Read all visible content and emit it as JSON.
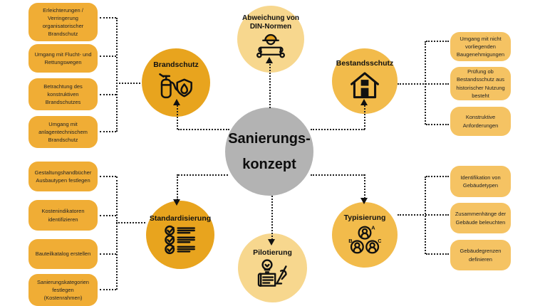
{
  "center_node": {
    "line1": "Sanierungs-",
    "line2": "konzept"
  },
  "nodes": {
    "brandschutz": {
      "label": "Brandschutz"
    },
    "din": {
      "label_line1": "Abweichung von",
      "label_line2": "DIN-Normen"
    },
    "bestandsschutz": {
      "label": "Bestandsschutz"
    },
    "standardisierung": {
      "label": "Standardisierung"
    },
    "pilotierung": {
      "label": "Pilotierung"
    },
    "typisierung": {
      "label": "Typisierung"
    }
  },
  "left_top_boxes": [
    "Erleichterungen / Verringerung organisatorischer Brandschutz",
    "Umgang mit Flucht- und Rettungswegen",
    "Betrachtung des konstruktiven Brandschutzes",
    "Umgang mit anlagentechnischem Brandschutz"
  ],
  "left_bottom_boxes": [
    "Gestaltungshandbücher Ausbautypen festlegen",
    "Kostenindikatoren identifizieren",
    "Bauteilkatalog erstellen",
    "Sanierungskategorien festlegen (Kostenrahmen)"
  ],
  "right_top_boxes": [
    "Umgang mit nicht vorliegenden Baugenehmigungen",
    "Prüfung ob Bestandsschutz aus historischer Nutzung besteht",
    "Konstruktive Anforderungen"
  ],
  "right_bottom_boxes": [
    "Identifikation von Gebäudetypen",
    "Zusammenhänge der Gebäude beleuchten",
    "Gebäudegrenzen definieren"
  ],
  "icons": {
    "brandschutz": "fire-extinguisher-shield-icon",
    "din": "engineer-blueprint-icon",
    "bestandsschutz": "house-icon",
    "standardisierung": "checklist-icon",
    "pilotierung": "idea-signature-icon",
    "typisierung": "person-types-abc-icon"
  },
  "colors": {
    "circle_dark_orange": "#E8A41E",
    "circle_medium_orange": "#F2BB4B",
    "circle_light_orange": "#F7D78E",
    "box_left_orange": "#F0AD35",
    "box_right_orange": "#F5C363",
    "center_gray": "#B3B3B3",
    "line_black": "#1F1F1F"
  }
}
